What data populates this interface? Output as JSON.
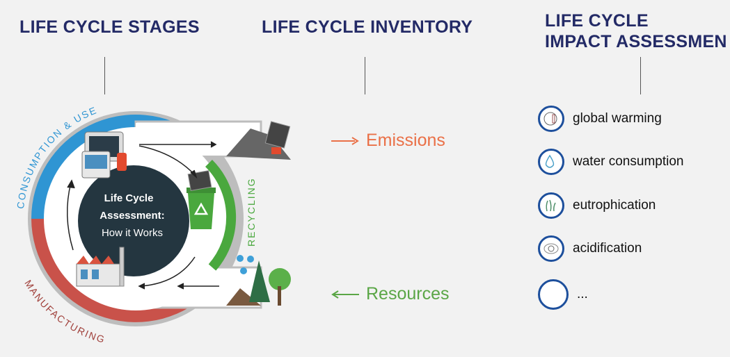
{
  "headers": {
    "stages": "LIFE CYCLE STAGES",
    "inventory": "LIFE CYCLE INVENTORY",
    "impact_line1": "LIFE CYCLE",
    "impact_line2": "IMPACT ASSESSMEN"
  },
  "diagram": {
    "center_line1": "Life Cycle",
    "center_line2": "Assessment:",
    "center_line3": "How it Works",
    "stage_consumption": "CONSUMPTION & USE",
    "stage_recycling": "RECYCLING",
    "stage_manufacturing": "MANUFACTURING",
    "colors": {
      "consumption": "#2f95d3",
      "manufacturing": "#c9524a",
      "recycling": "#4aa83e",
      "center": "#243640"
    }
  },
  "inventory": {
    "emissions": {
      "label": "Emissions",
      "color": "#ea7047",
      "icon": "arrow-right"
    },
    "resources": {
      "label": "Resources",
      "color": "#5aa646",
      "icon": "arrow-left"
    }
  },
  "impacts": [
    {
      "label": "global warming",
      "icon": "globe-thermometer"
    },
    {
      "label": "water consumption",
      "icon": "water-drop"
    },
    {
      "label": "eutrophication",
      "icon": "algae"
    },
    {
      "label": "acidification",
      "icon": "skull-cloud"
    },
    {
      "label": "...",
      "icon": "empty-circle"
    }
  ]
}
